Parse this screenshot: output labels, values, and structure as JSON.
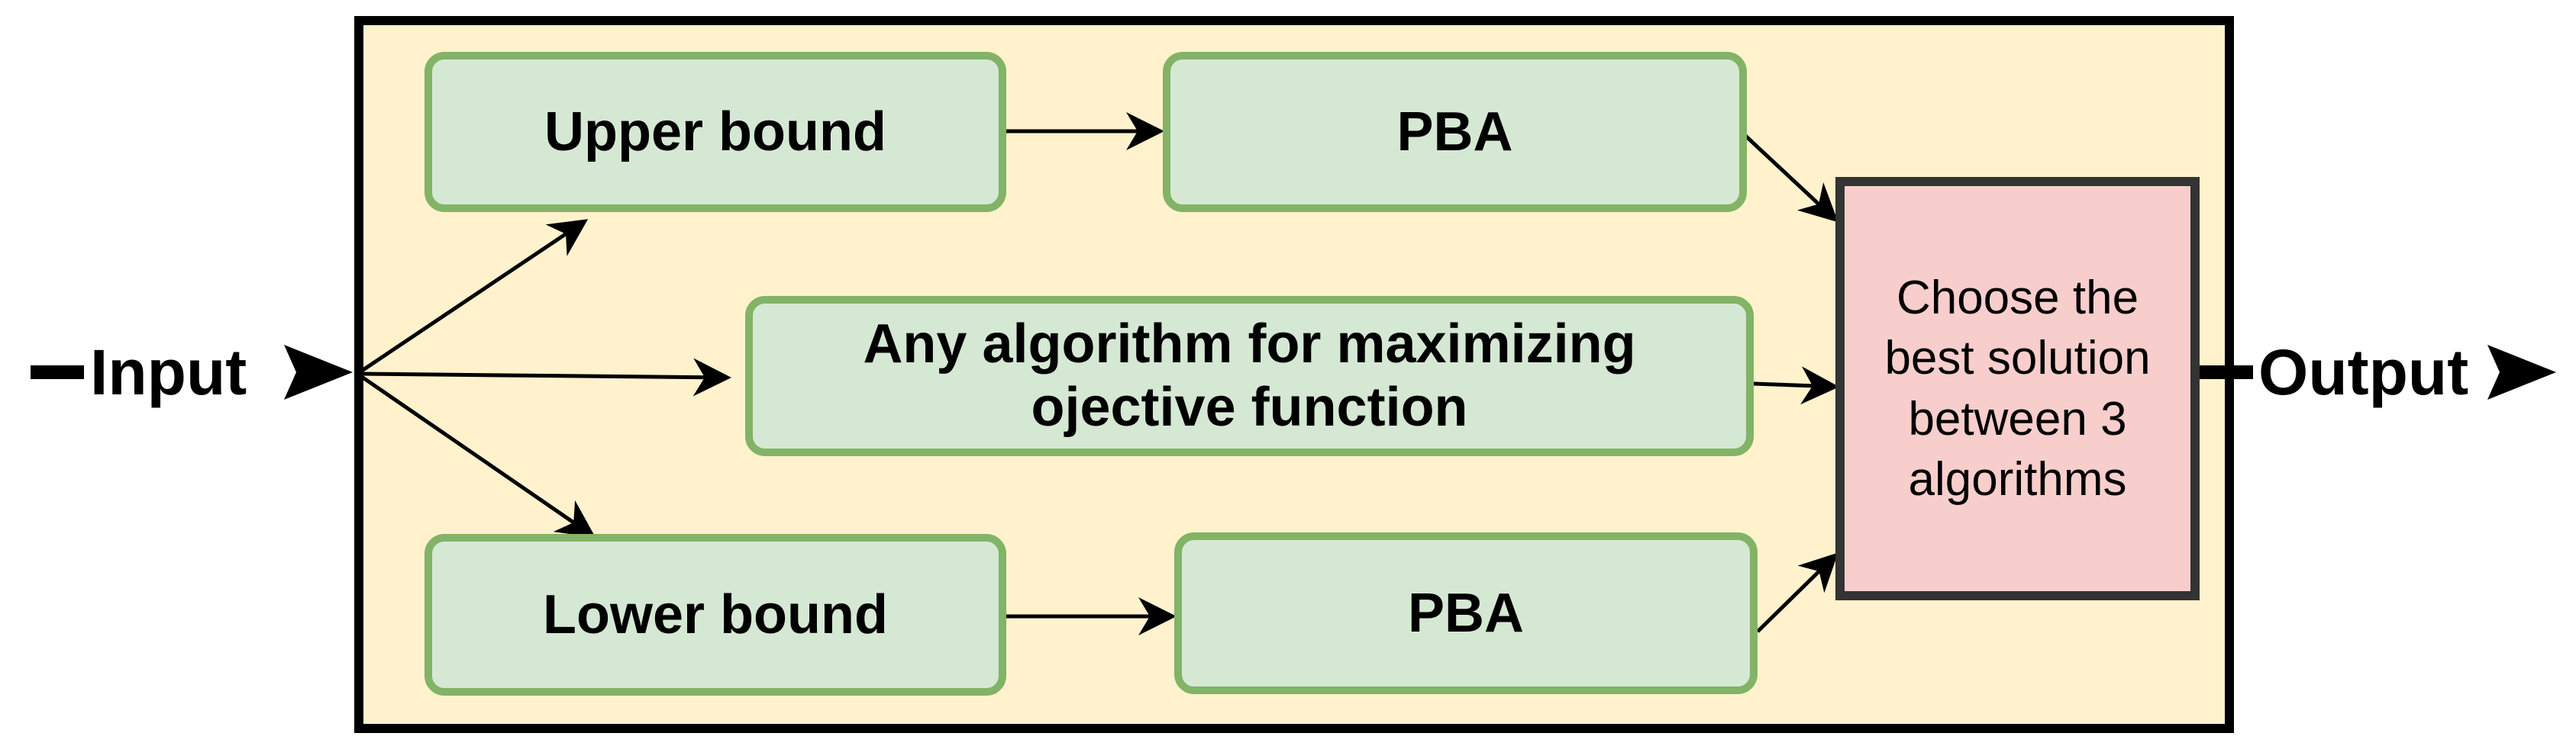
{
  "nodes": {
    "upper_bound": "Upper bound",
    "pba_top": "PBA",
    "any_algorithm": "Any algorithm for maximizing ojective function",
    "lower_bound": "Lower bound",
    "pba_bottom": "PBA",
    "choose_best": "Choose the best solution between 3 algorithms"
  },
  "io": {
    "input": "Input",
    "output": "Output"
  },
  "colors": {
    "container_fill": "#fff2cc",
    "container_border": "#000000",
    "green_fill": "#d5e8d4",
    "green_border": "#82b366",
    "pink_fill": "#f8cecc",
    "pink_border": "#333333"
  }
}
